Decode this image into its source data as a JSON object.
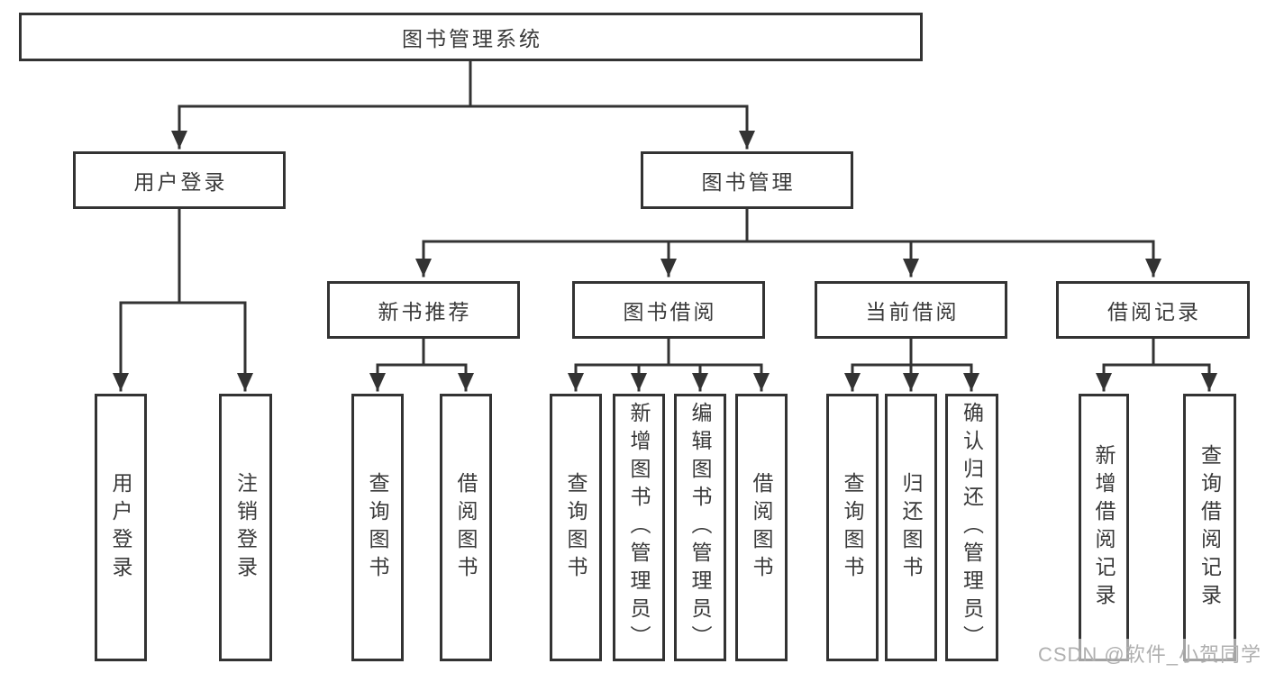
{
  "colors": {
    "line": "#333333",
    "text": "#3a3a3a",
    "watermark": "#b0b0b0",
    "bg": "#ffffff"
  },
  "tree": {
    "root": {
      "label": "图书管理系统"
    },
    "branches": [
      {
        "label": "用户登录",
        "children": [
          {
            "label": "用户登录"
          },
          {
            "label": "注销登录"
          }
        ]
      },
      {
        "label": "图书管理",
        "children": [
          {
            "label": "新书推荐",
            "children": [
              {
                "label": "查询图书"
              },
              {
                "label": "借阅图书"
              }
            ]
          },
          {
            "label": "图书借阅",
            "children": [
              {
                "label": "查询图书"
              },
              {
                "label": "新增图书（管理员）"
              },
              {
                "label": "编辑图书（管理员）"
              },
              {
                "label": "借阅图书"
              }
            ]
          },
          {
            "label": "当前借阅",
            "children": [
              {
                "label": "查询图书"
              },
              {
                "label": "归还图书"
              },
              {
                "label": "确认归还（管理员）"
              }
            ]
          },
          {
            "label": "借阅记录",
            "children": [
              {
                "label": "新增借阅记录"
              },
              {
                "label": "查询借阅记录"
              }
            ]
          }
        ]
      }
    ]
  },
  "watermark": "CSDN @软件_小贺同学"
}
